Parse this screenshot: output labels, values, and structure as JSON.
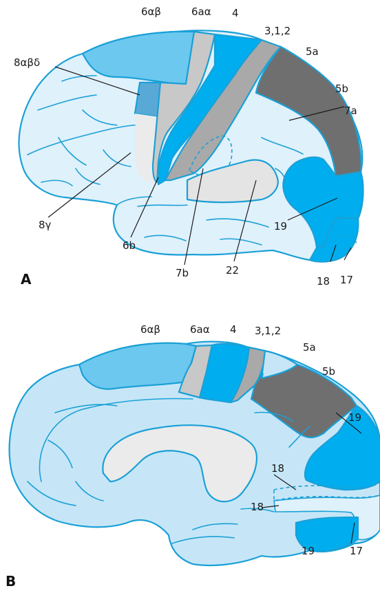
{
  "panel_a": {
    "letter": "A",
    "labels": {
      "a6ab": "6αβ",
      "a6aa": "6aα",
      "a4": "4",
      "a312": "3,1,2",
      "a5a": "5a",
      "a8abd": "8αβδ",
      "a5b": "5b",
      "a7a": "7a",
      "a8g": "8γ",
      "a19": "19",
      "a6b": "6b",
      "a7b": "7b",
      "a22": "22",
      "a18": "18",
      "a17": "17"
    }
  },
  "panel_b": {
    "letter": "B",
    "labels": {
      "b6ab": "6αβ",
      "b6aa": "6aα",
      "b4": "4",
      "b312": "3,1,2",
      "b5a": "5a",
      "b5b": "5b",
      "b19a": "19",
      "b18a": "18",
      "b18b": "18",
      "b19b": "19",
      "b17": "17"
    }
  },
  "colors": {
    "base": "#dff1fb",
    "medial_base": "#c6e6f7",
    "light_blue": "#6cc8ef",
    "bright_blue": "#00aeef",
    "steel_blue": "#59a9d6",
    "light_gray": "#c8c8c8",
    "mid_gray": "#a9a9a9",
    "dark_gray": "#6f6f6f",
    "pale_gray": "#ebebeb",
    "outline": "#1aa0d6"
  }
}
